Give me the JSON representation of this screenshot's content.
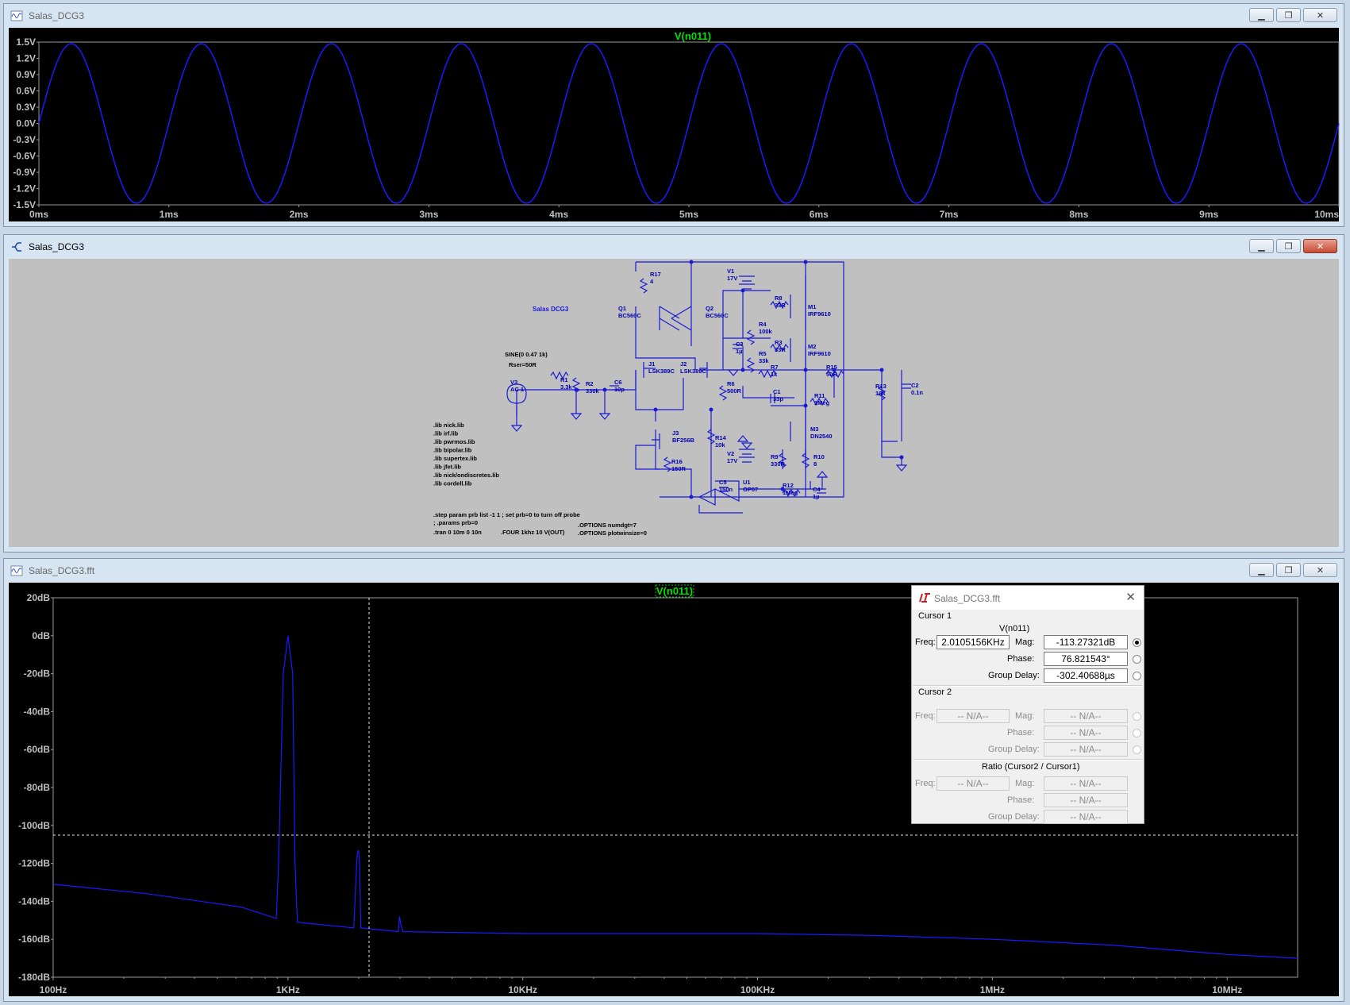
{
  "windows": {
    "transient": {
      "title": "Salas_DCG3"
    },
    "schematic": {
      "title": "Salas_DCG3"
    },
    "fft": {
      "title": "Salas_DCG3.fft"
    }
  },
  "transient_plot": {
    "trace": "V(n011)",
    "y_ticks": [
      "1.5V",
      "1.2V",
      "0.9V",
      "0.6V",
      "0.3V",
      "0.0V",
      "-0.3V",
      "-0.6V",
      "-0.9V",
      "-1.2V",
      "-1.5V"
    ],
    "x_ticks": [
      "0ms",
      "1ms",
      "2ms",
      "3ms",
      "4ms",
      "5ms",
      "6ms",
      "7ms",
      "8ms",
      "9ms",
      "10ms"
    ],
    "colors": {
      "trace": "#1a1aff",
      "title": "#00e000",
      "ticks": "#bfbfbf"
    }
  },
  "fft_plot": {
    "trace": "V(n011)",
    "y_ticks": [
      "20dB",
      "0dB",
      "-20dB",
      "-40dB",
      "-60dB",
      "-80dB",
      "-100dB",
      "-120dB",
      "-140dB",
      "-160dB",
      "-180dB"
    ],
    "x_ticks": [
      "100Hz",
      "1KHz",
      "10KHz",
      "100KHz",
      "1MHz",
      "10MHz"
    ]
  },
  "schematic": {
    "header_label": "Salas DCG3",
    "source_text": [
      "SINE(0 0.47 1k)",
      "Rser=50R"
    ],
    "components": [
      {
        "ref": "V3",
        "val": "AC 1"
      },
      {
        "ref": "R1",
        "val": "3.3k"
      },
      {
        "ref": "R2",
        "val": "330k"
      },
      {
        "ref": "C6",
        "val": "10p"
      },
      {
        "ref": "R17",
        "val": "4"
      },
      {
        "ref": "Q1",
        "val": "BC560C"
      },
      {
        "ref": "Q2",
        "val": "BC560C"
      },
      {
        "ref": "J1",
        "val": "LSK389C"
      },
      {
        "ref": "J2",
        "val": "LSK389C"
      },
      {
        "ref": "J3",
        "val": "BF256B"
      },
      {
        "ref": "R16",
        "val": "150R"
      },
      {
        "ref": "R14",
        "val": "10k"
      },
      {
        "ref": "V1",
        "val": "17V"
      },
      {
        "ref": "V2",
        "val": "17V"
      },
      {
        "ref": "R4",
        "val": "100k"
      },
      {
        "ref": "R8",
        "val": "33R"
      },
      {
        "ref": "R3",
        "val": "33R"
      },
      {
        "ref": "M1",
        "val": "IRF9610"
      },
      {
        "ref": "M2",
        "val": "IRF9610"
      },
      {
        "ref": "C3",
        "val": "1µ"
      },
      {
        "ref": "R5",
        "val": "33k"
      },
      {
        "ref": "R6",
        "val": "500R"
      },
      {
        "ref": "R7",
        "val": "1k"
      },
      {
        "ref": "C1",
        "val": "33p"
      },
      {
        "ref": "R15",
        "val": "50R"
      },
      {
        "ref": "R13",
        "val": "10k"
      },
      {
        "ref": "C2",
        "val": "0.1n"
      },
      {
        "ref": "R11",
        "val": "1Meg"
      },
      {
        "ref": "M3",
        "val": "DN2540"
      },
      {
        "ref": "R9",
        "val": "330R"
      },
      {
        "ref": "R10",
        "val": "8"
      },
      {
        "ref": "C5",
        "val": "150n"
      },
      {
        "ref": "U1",
        "val": "OP07"
      },
      {
        "ref": "R12",
        "val": "1Meg"
      },
      {
        "ref": "C4",
        "val": "1µ"
      }
    ],
    "libs": [
      ".lib nick.lib",
      ".lib irf.lib",
      ".lib pwrmos.lib",
      ".lib bipolar.lib",
      ".lib supertex.lib",
      ".lib jfet.lib",
      ".lib nick/ondiscretes.lib",
      ".lib cordell.lib"
    ],
    "directives": {
      "step": ".step param prb list -1 1 ; set prb=0 to turn off probe",
      "params": "; .params prb=0",
      "tran": ".tran 0 10m 0 10n",
      "four": ".FOUR 1khz 10 V(OUT)",
      "opt1": ".OPTIONS numdgt=7",
      "opt2": ".OPTIONS plotwinsize=0"
    }
  },
  "cursor_dialog": {
    "title": "Salas_DCG3.fft",
    "cursor1": {
      "heading": "Cursor 1",
      "trace": "V(n011)",
      "freq_label": "Freq:",
      "freq": "2.0105156KHz",
      "mag_label": "Mag:",
      "mag": "-113.27321dB",
      "phase_label": "Phase:",
      "phase": "76.821543°",
      "gd_label": "Group Delay:",
      "gd": "-302.40688µs"
    },
    "cursor2": {
      "heading": "Cursor 2",
      "freq_label": "Freq:",
      "freq": "-- N/A--",
      "mag_label": "Mag:",
      "mag": "-- N/A--",
      "phase_label": "Phase:",
      "phase": "-- N/A--",
      "gd_label": "Group Delay:",
      "gd": "-- N/A--"
    },
    "ratio": {
      "heading": "Ratio (Cursor2 / Cursor1)",
      "freq_label": "Freq:",
      "freq": "-- N/A--",
      "mag_label": "Mag:",
      "mag": "-- N/A--",
      "phase_label": "Phase:",
      "phase": "-- N/A--",
      "gd_label": "Group Delay:",
      "gd": "-- N/A--"
    }
  },
  "window_buttons": {
    "minimize": "▁",
    "restore": "❐",
    "close": "✕"
  }
}
